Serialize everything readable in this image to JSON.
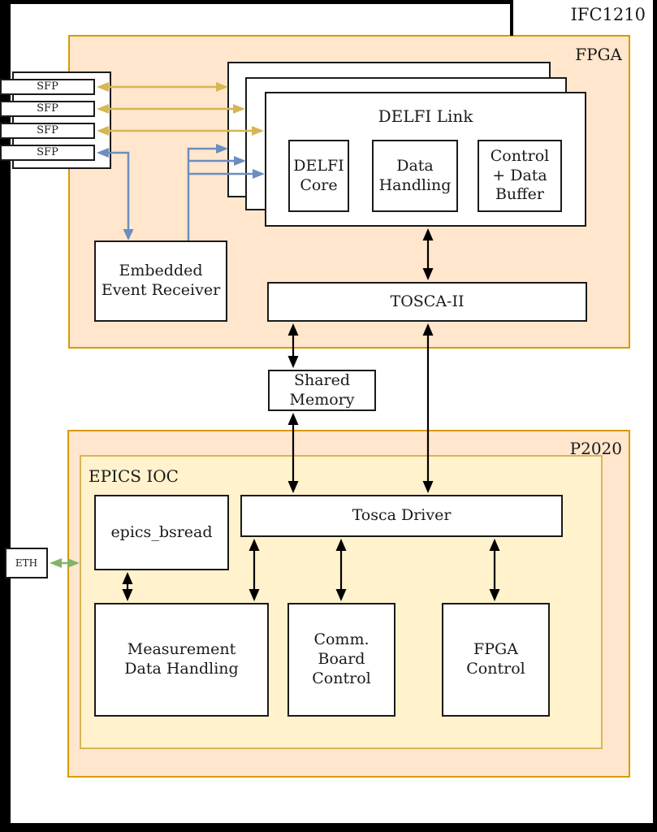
{
  "diagram": {
    "containers": {
      "ifc1210": {
        "label": "IFC1210"
      },
      "fpga": {
        "label": "FPGA"
      },
      "p2020": {
        "label": "P2020"
      },
      "epics_ioc": {
        "label": "EPICS IOC"
      }
    },
    "sfp_ports": [
      "SFP",
      "SFP",
      "SFP",
      "SFP"
    ],
    "nodes": {
      "eth": "ETH",
      "delfi_link": "DELFI Link",
      "delfi_core": "DELFI\nCore",
      "data_handling": "Data\nHandling",
      "control_data_buffer": "Control\n+ Data\nBuffer",
      "embedded_event_receiver": "Embedded\nEvent Receiver",
      "tosca_ii": "TOSCA-II",
      "shared_memory": "Shared\nMemory",
      "tosca_driver": "Tosca Driver",
      "epics_bsread": "epics_bsread",
      "measurement_data_handling": "Measurement\nData Handling",
      "comm_board_control": "Comm.\nBoard\nControl",
      "fpga_control": "FPGA\nControl"
    },
    "colors": {
      "container_orange_fill": "#FFE6CC",
      "container_orange_border": "#D79B00",
      "container_yellow_fill": "#FFF2CC",
      "container_yellow_border": "#D6B656",
      "arrow_gold": "#D6B656",
      "arrow_blue": "#6C8EBF",
      "arrow_green": "#82B366",
      "arrow_black": "#000000",
      "frame_black": "#000000"
    }
  }
}
